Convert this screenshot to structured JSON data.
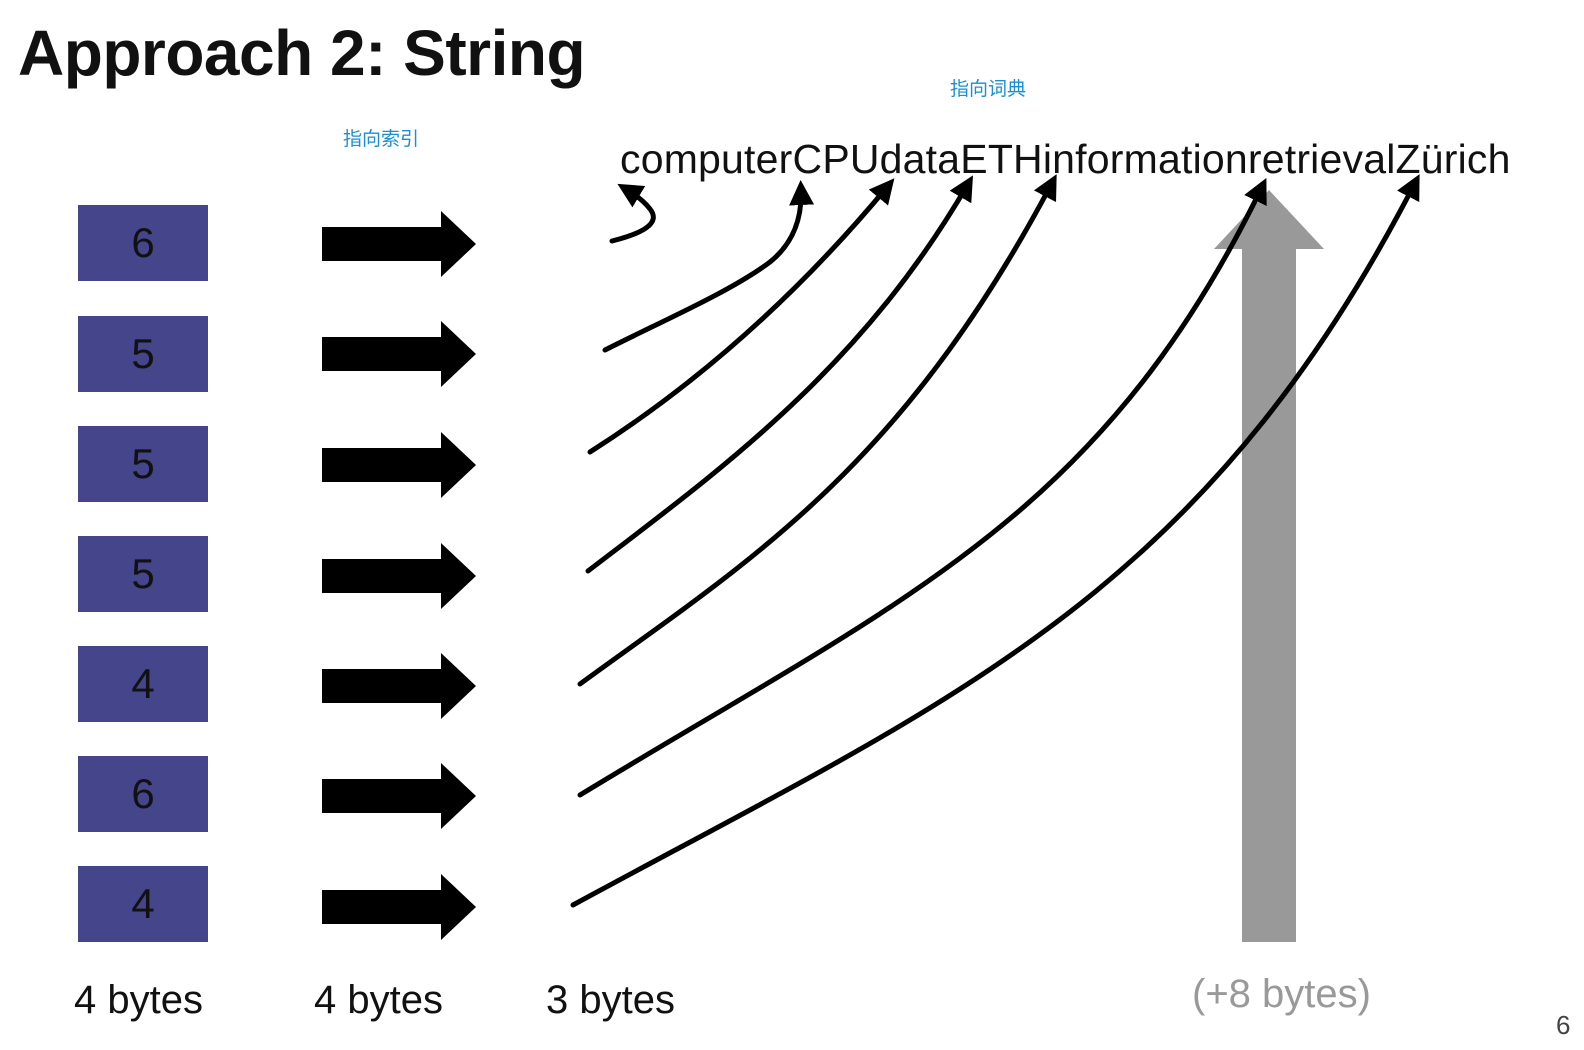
{
  "slide": {
    "title": "Approach 2: String",
    "dictionary_string": "computerCPUdataETHinformationretrievalZürich",
    "annotation_index": "指向索引",
    "annotation_dictionary": "指向词典",
    "page_number": "6"
  },
  "frequencies": [
    "6",
    "5",
    "5",
    "5",
    "4",
    "6",
    "4"
  ],
  "byte_labels": {
    "frequency_column": "4 bytes",
    "postings_pointer_column": "4 bytes",
    "term_pointer_column": "3 bytes",
    "string_overhead": "(+8 bytes)"
  },
  "colors": {
    "box_fill": "#45458b",
    "arrow": "#000000",
    "big_arrow": "#999999",
    "annotation": "#1a8fd1"
  }
}
